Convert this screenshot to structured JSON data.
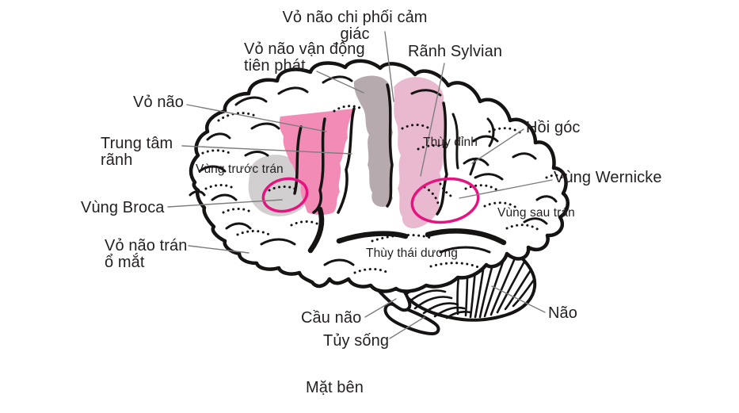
{
  "figure": {
    "caption": "Mặt bên"
  },
  "labels": {
    "sensory_cortex": "Vỏ não chi phối cảm giác",
    "primary_motor_cortex": "Vỏ não vận động\ntiên phát",
    "sylvian_fissure": "Rãnh Sylvian",
    "cortex": "Vỏ não",
    "central_sulcus": "Trung tâm\nrãnh",
    "prefrontal_area": "Vùng trước trán",
    "broca_area": "Vùng Broca",
    "orbitofrontal_cortex": "Vỏ não trán\nổ mắt",
    "parietal_lobe": "Thùy đỉnh",
    "angular_gyrus": "Hồi góc",
    "wernicke_area": "Vùng Wernicke",
    "postfrontal_area": "Vùng sau trán",
    "temporal_lobe": "Thùy thái dương",
    "pons": "Cầu não",
    "spinal_cord": "Tủy sống",
    "brain_cerebellum": "Não"
  },
  "colors": {
    "outline": "#161313",
    "premotor_pink": "#F28CB7",
    "motor_gray": "#B6AAAE",
    "sensory_pink": "#E9BACF",
    "prefrontal_gray": "#D2CFD0",
    "highlight_magenta": "#E5137F",
    "leader_line": "#7d7d7d",
    "text": "#231F20"
  }
}
